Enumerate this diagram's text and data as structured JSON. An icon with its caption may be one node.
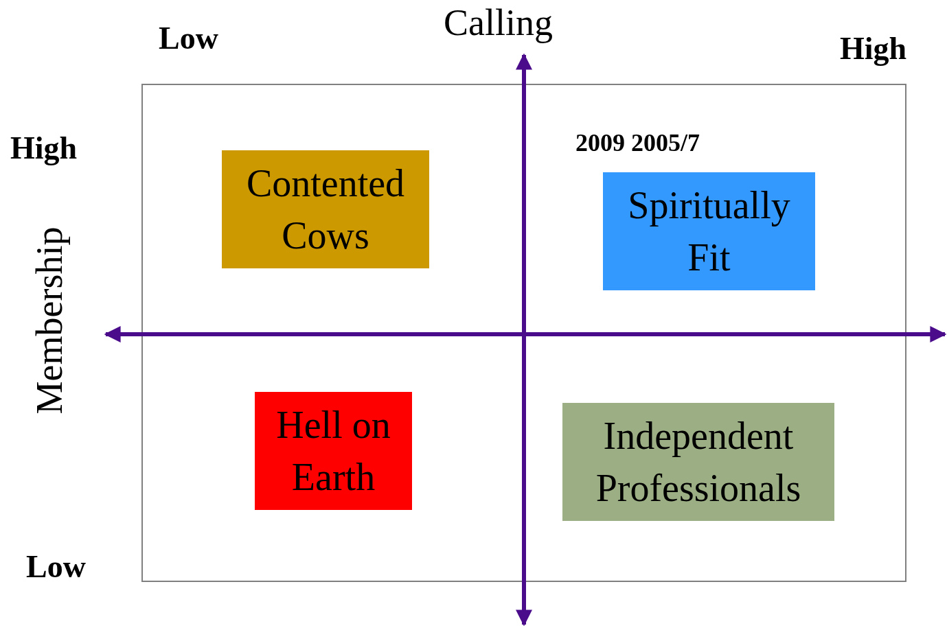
{
  "diagram": {
    "nodes": [
      {
        "text": [
          "Contented Cows"
        ]
      },
      {
        "text": [
          "Spiritually Fit"
        ]
      },
      {
        "text": [
          "Hell on Earth"
        ]
      },
      {
        "text": [
          "Independent Professionals"
        ]
      }
    ],
    "labels": [
      "Calling",
      "Low",
      "High",
      "High",
      "2009 2005/7",
      "Membership",
      "Low"
    ]
  }
}
